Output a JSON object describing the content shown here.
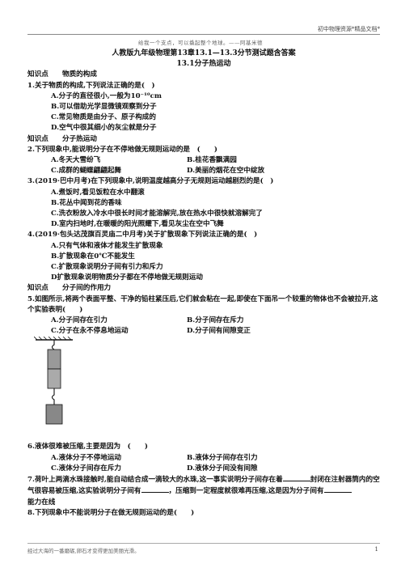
{
  "header": {
    "tag": "初中物理资源*精品文档*",
    "motto": "给我一个支点，可以撬起整个地球。——阿基米德"
  },
  "title": "人教版九年级物理第13章13.1—13.3分节测试题含答案",
  "subtitle": "13.1分子热运动",
  "lines": [
    {
      "text": "知识点　　物质的构成",
      "style": "b"
    },
    {
      "text": "1.关于物质的构成,下列说法正确的是(　)",
      "style": "b"
    },
    {
      "text": "A.分子的直径很小,一般为10⁻¹⁰cm",
      "style": "b ind"
    },
    {
      "text": "B.可以借助光学显微镜观察到分子",
      "style": "b ind"
    },
    {
      "text": "C.常见物质是由分子、原子构成的",
      "style": "b ind"
    },
    {
      "text": "D.空气中很其细小的灰尘就是分子",
      "style": "b ind"
    },
    {
      "text": "知识点　　分子热运动",
      "style": "b"
    },
    {
      "text": "2.下列现象中,能说明分子在不停地做无规则运动的是　(　　)",
      "style": "b"
    }
  ],
  "q2_options": [
    {
      "left": "A.冬天大雪纷飞",
      "right": "B.桂花香飘满园"
    },
    {
      "left": "C.成群的蝴蝶翩翩起舞",
      "right": "D.美丽的烟花在空中绽放"
    }
  ],
  "lines_b": [
    {
      "text": "3.(2019·巴中月考)在下列现象中,说明温度越高分子无规则运动越剧烈的是(　)",
      "style": "b"
    },
    {
      "text": "A.煮饭时,看见饭粒在水中翻滚",
      "style": "b ind"
    },
    {
      "text": "B.花丛中闻到花的香味",
      "style": "b ind"
    },
    {
      "text": "C.洗衣粉放入冷水中很长时间才能溶解完,放在热水中很快就溶解完了",
      "style": "b ind"
    },
    {
      "text": "D.室内扫地时,在暖暖的阳光照耀下,看见灰尘在空中飞舞",
      "style": "b ind"
    },
    {
      "text": "4.(2019·包头达茂旗百灵庙二中月考)关于扩散现象下列说法正确的是(　)",
      "style": "b"
    },
    {
      "text": "A.只有气体和液体才能发生扩散现象",
      "style": "b ind"
    },
    {
      "text": "B.扩散现象在0℃不能发生",
      "style": "b ind"
    },
    {
      "text": "C.扩散现象说明分子间有引力和斥力",
      "style": "b ind"
    },
    {
      "text": "D扩散现象说明物质分子都在不停地做无规则运动",
      "style": "b ind"
    },
    {
      "text": "知识点　　分子间的作用力",
      "style": "b"
    }
  ],
  "q5_text": "5.如图所示,将两个表面平整、干净的铅柱紧压后,它们就会粘在一起,即使在下面吊一个较重的物体也不会被拉开,这个实验表明(　　)",
  "q5_options": [
    {
      "left": "A.分子间存在引力",
      "right": "B.分子间存在斥力"
    },
    {
      "left": "C.分子在永不停息地运动",
      "right": "D.分子间有间隙变正"
    }
  ],
  "q6_text": "6.液体很难被压缩,主要是因为　(　　)",
  "q6_options": [
    {
      "left": "A.液体分子不停地运动",
      "right": "B.液体分子间存在引力"
    },
    {
      "left": "C.液体分子间存在斥力",
      "right": "D.液体分子间没有间隙"
    }
  ],
  "q7": {
    "part1": "7.荷叶上两滴水珠接触时,能自动结合成一滴较大的水珠,这一事实说明分子间存在着",
    "part2": "封闭在注射器筒内的空气很容易被压缩,这实验说明分子间有",
    "part3": "，压缩到一定程度就很难再压缩,这是因为分子间有"
  },
  "lines_c": [
    {
      "text": "能力在线",
      "style": "b"
    },
    {
      "text": "8.下列现象中不能说明分子在做无规则运动的是(　　)",
      "style": "b"
    }
  ],
  "footer": {
    "left": "经过大海的一番磨砺,卵石才变得更加美丽光滑。",
    "page": "1"
  }
}
